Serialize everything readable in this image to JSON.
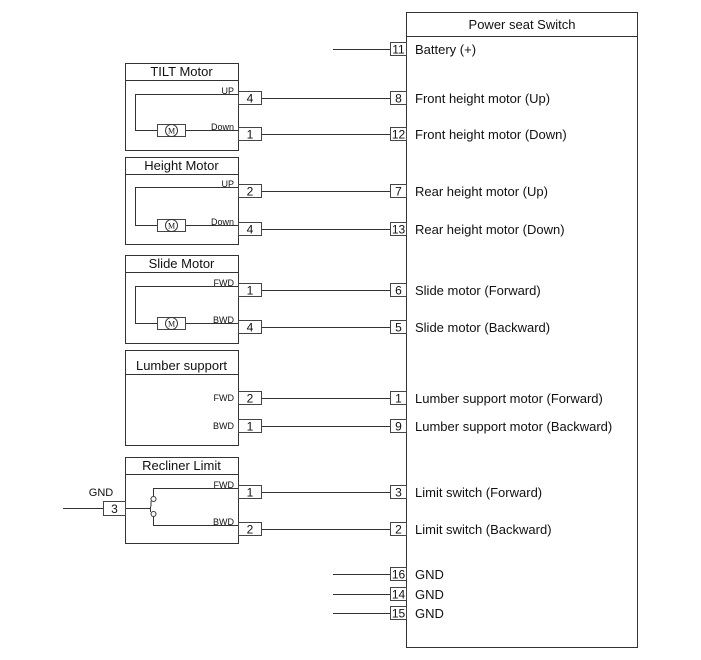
{
  "switch": {
    "title": "Power seat Switch",
    "pins": [
      {
        "pin": "11",
        "label": "Battery (+)"
      },
      {
        "pin": "8",
        "label": "Front height motor (Up)"
      },
      {
        "pin": "12",
        "label": "Front height motor (Down)"
      },
      {
        "pin": "7",
        "label": "Rear height motor (Up)"
      },
      {
        "pin": "13",
        "label": "Rear height motor (Down)"
      },
      {
        "pin": "6",
        "label": "Slide motor (Forward)"
      },
      {
        "pin": "5",
        "label": "Slide motor (Backward)"
      },
      {
        "pin": "1",
        "label": "Lumber support motor (Forward)"
      },
      {
        "pin": "9",
        "label": "Lumber support motor (Backward)"
      },
      {
        "pin": "3",
        "label": "Limit switch (Forward)"
      },
      {
        "pin": "2",
        "label": "Limit switch (Backward)"
      },
      {
        "pin": "16",
        "label": "GND"
      },
      {
        "pin": "14",
        "label": "GND"
      },
      {
        "pin": "15",
        "label": "GND"
      }
    ]
  },
  "components": [
    {
      "title": "TILT Motor",
      "motor_symbol": "M",
      "terminals": [
        {
          "label": "UP",
          "pin": "4"
        },
        {
          "label": "Down",
          "pin": "1"
        }
      ]
    },
    {
      "title": "Height Motor",
      "motor_symbol": "M",
      "terminals": [
        {
          "label": "UP",
          "pin": "2"
        },
        {
          "label": "Down",
          "pin": "4"
        }
      ]
    },
    {
      "title": "Slide Motor",
      "motor_symbol": "M",
      "terminals": [
        {
          "label": "FWD",
          "pin": "1"
        },
        {
          "label": "BWD",
          "pin": "4"
        }
      ]
    },
    {
      "title": "Lumber support",
      "terminals": [
        {
          "label": "FWD",
          "pin": "2"
        },
        {
          "label": "BWD",
          "pin": "1"
        }
      ]
    },
    {
      "title": "Recliner Limit",
      "terminals": [
        {
          "label": "FWD",
          "pin": "1"
        },
        {
          "label": "BWD",
          "pin": "2"
        }
      ],
      "ground": {
        "label": "GND",
        "pin": "3"
      }
    }
  ]
}
